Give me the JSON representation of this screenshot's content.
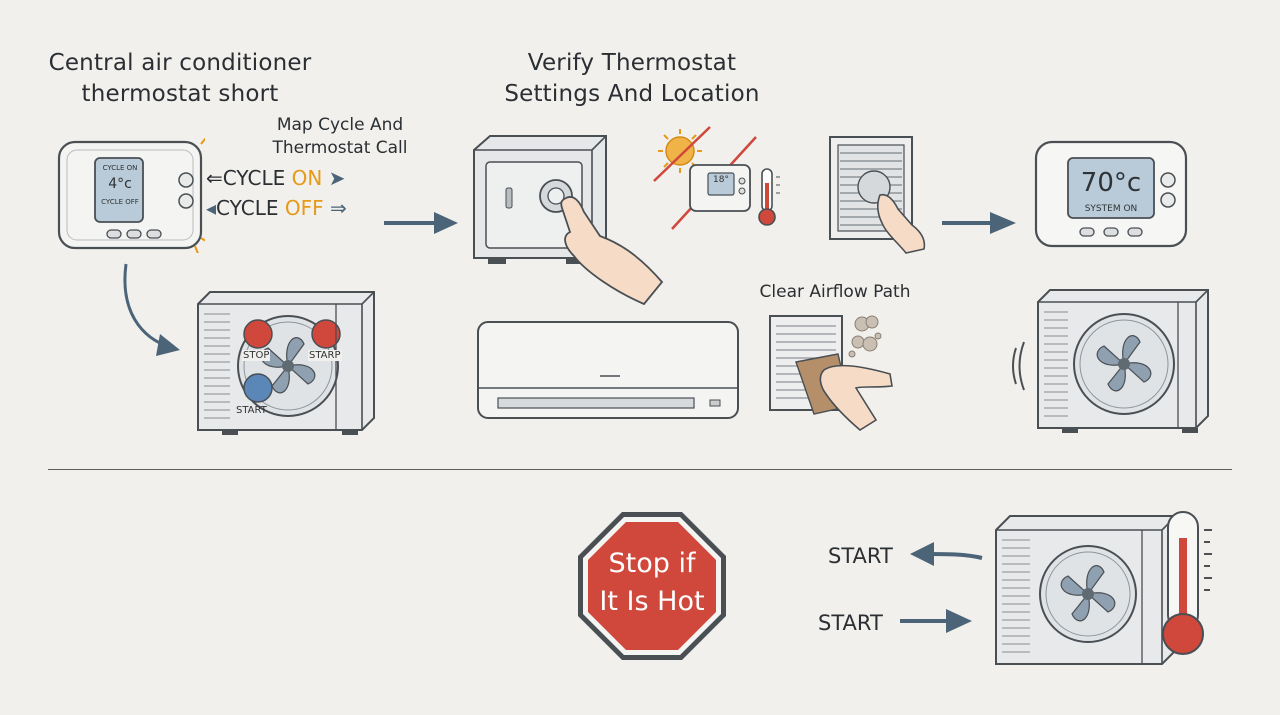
{
  "colors": {
    "background": "#f1f0ec",
    "ink": "#2f3336",
    "accent_orange": "#e59a1a",
    "stop_red": "#d0473b",
    "start_blue": "#5a86b8",
    "screen_blue": "#b9cbd8",
    "arrow_blue": "#4c6478"
  },
  "titles": {
    "main": [
      "Central air conditioner",
      "thermostat short"
    ],
    "verify": [
      "Verify Thermostat",
      "Settings And Location"
    ],
    "map_cycle": [
      "Map Cycle And",
      "Thermostat Call"
    ],
    "clear_airflow": "Clear Airflow Path"
  },
  "thermostat_left": {
    "screen_top": "CYCLE ON",
    "screen_reading": "4°c",
    "screen_bottom": "CYCLE OFF"
  },
  "cycle_labels": {
    "on_prefix": "CYCLE",
    "on_word": "ON",
    "off_prefix": "CYCLE",
    "off_word": "OFF"
  },
  "outdoor_unit_left": {
    "stop_badge": "STOP",
    "starp_badge": "STARP",
    "start_badge": "START"
  },
  "small_thermostat": {
    "reading": "18°"
  },
  "thermostat_right": {
    "reading": "70°c",
    "status": "SYSTEM ON"
  },
  "stop_sign": {
    "line1": "Stop if",
    "line2": "It Is Hot"
  },
  "start_labels": {
    "top": "START",
    "bottom": "START"
  },
  "icons": [
    "thermostat-icon",
    "curved-arrow-icon",
    "outdoor-ac-unit-icon",
    "safe-icon",
    "pointing-hand-icon",
    "sun-icon",
    "thermometer-icon",
    "air-vent-icon",
    "mini-split-icon",
    "wiping-hand-icon",
    "dust-cloud-icon",
    "stop-sign-icon",
    "arrow-right-icon",
    "arrow-left-icon"
  ]
}
